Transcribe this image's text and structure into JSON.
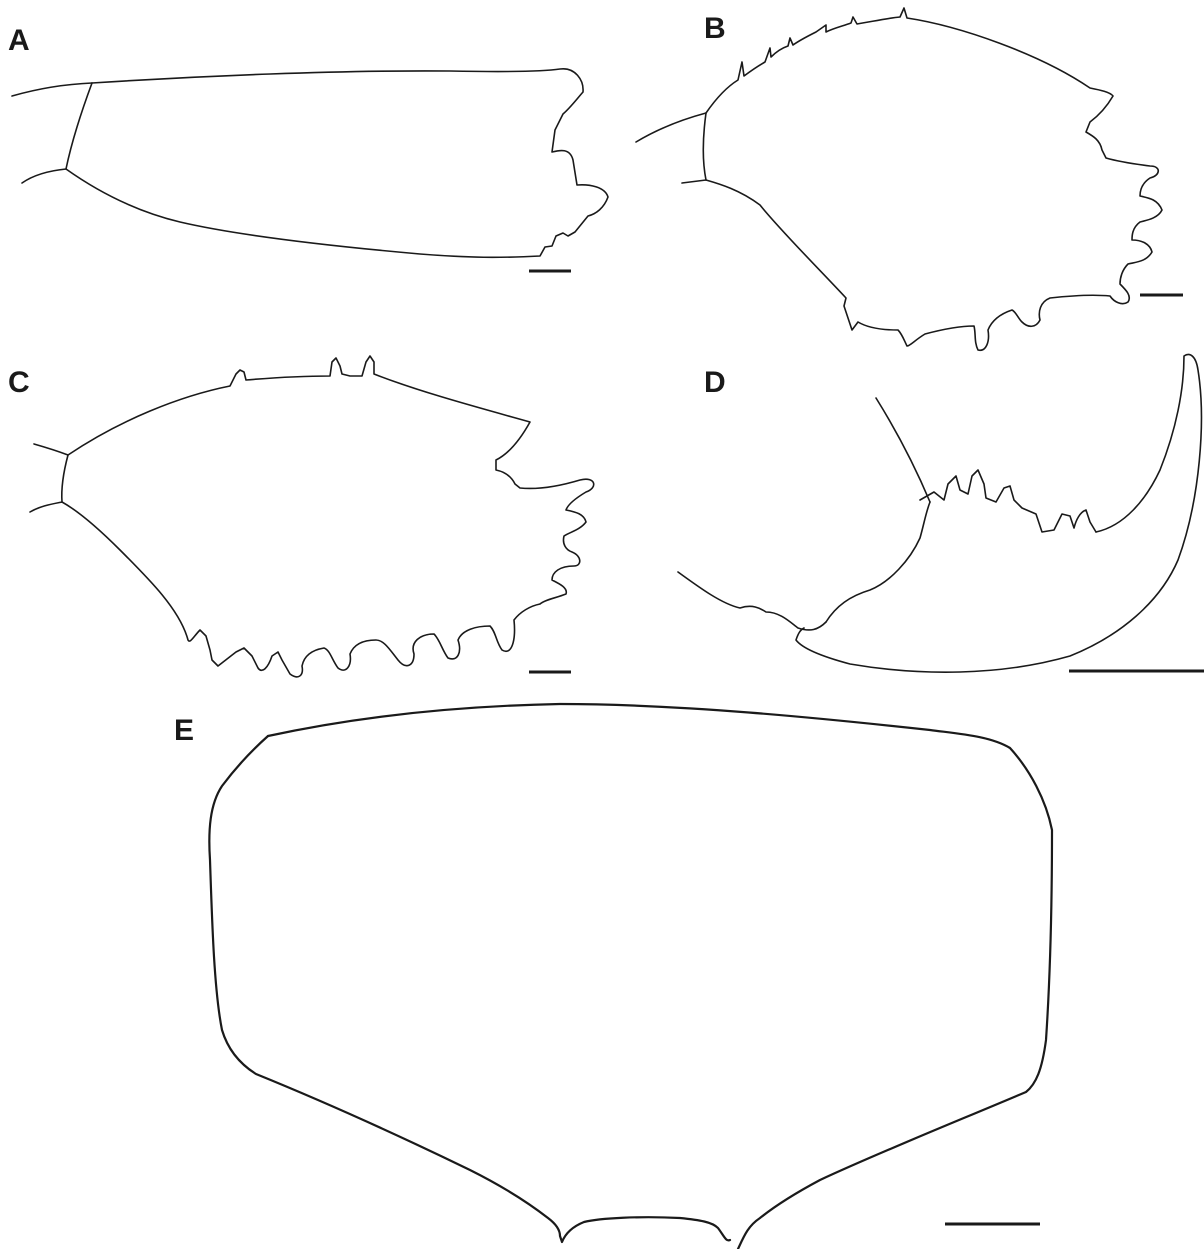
{
  "figure": {
    "panels": [
      {
        "id": "A",
        "label": "A"
      },
      {
        "id": "B",
        "label": "B"
      },
      {
        "id": "C",
        "label": "C"
      },
      {
        "id": "D",
        "label": "D"
      },
      {
        "id": "E",
        "label": "E"
      }
    ],
    "line_color": "#1a1a1a",
    "background_color": "#ffffff"
  }
}
